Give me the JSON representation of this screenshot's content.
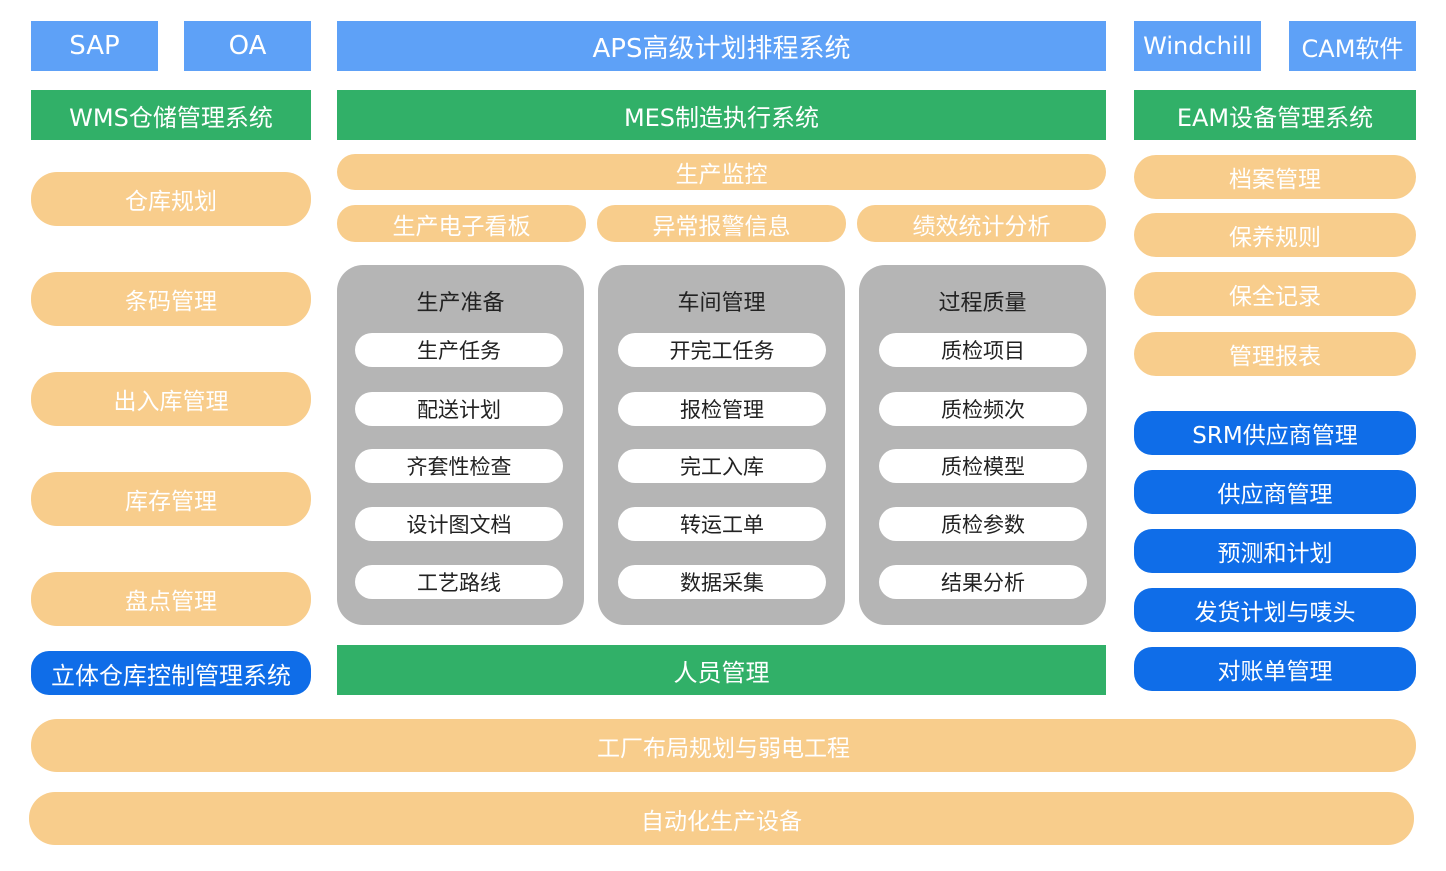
{
  "top_systems": {
    "sap": "SAP",
    "oa": "OA",
    "aps": "APS高级计划排程系统",
    "windchill": "Windchill",
    "cam": "CAM软件"
  },
  "wms": {
    "title": "WMS仓储管理系统",
    "items": [
      "仓库规划",
      "条码管理",
      "出入库管理",
      "库存管理",
      "盘点管理"
    ],
    "stereo": "立体仓库控制管理系统"
  },
  "mes": {
    "title": "MES制造执行系统",
    "monitor": "生产监控",
    "monitor_items": [
      "生产电子看板",
      "异常报警信息",
      "绩效统计分析"
    ],
    "panels": [
      {
        "title": "生产准备",
        "items": [
          "生产任务",
          "配送计划",
          "齐套性检查",
          "设计图文档",
          "工艺路线"
        ]
      },
      {
        "title": "车间管理",
        "items": [
          "开完工任务",
          "报检管理",
          "完工入库",
          "转运工单",
          "数据采集"
        ]
      },
      {
        "title": "过程质量",
        "items": [
          "质检项目",
          "质检频次",
          "质检模型",
          "质检参数",
          "结果分析"
        ]
      }
    ],
    "personnel": "人员管理"
  },
  "eam": {
    "title": "EAM设备管理系统",
    "items": [
      "档案管理",
      "保养规则",
      "保全记录",
      "管理报表"
    ]
  },
  "srm": {
    "title": "SRM供应商管理",
    "items": [
      "供应商管理",
      "预测和计划",
      "发货计划与唛头",
      "对账单管理"
    ]
  },
  "bottom": {
    "factory": "工厂布局规划与弱电工程",
    "automation": "自动化生产设备"
  },
  "colors": {
    "top_blue": "#5ea1f7",
    "green": "#31b068",
    "orange": "#f8cd8c",
    "strong_blue": "#0f6de8",
    "panel_gray": "#b5b5b5"
  }
}
